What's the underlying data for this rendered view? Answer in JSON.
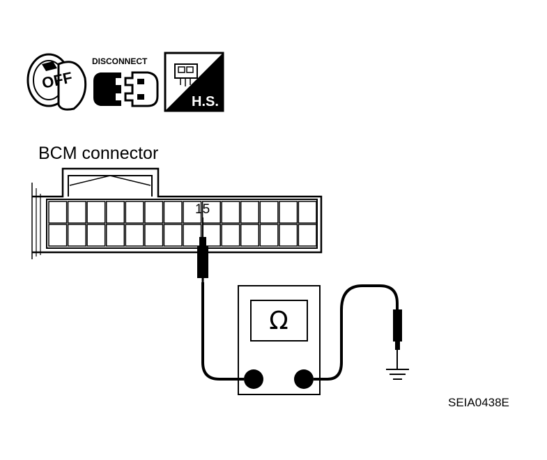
{
  "icons": {
    "ignition": {
      "label": "OFF"
    },
    "disconnect": {
      "label": "DISCONNECT"
    },
    "harness_side": {
      "label": "H.S."
    }
  },
  "connector": {
    "title": "BCM connector",
    "terminal": "15",
    "columns": 14,
    "rows": 2
  },
  "meter": {
    "symbol": "Ω"
  },
  "figure_code": "SEIA0438E"
}
